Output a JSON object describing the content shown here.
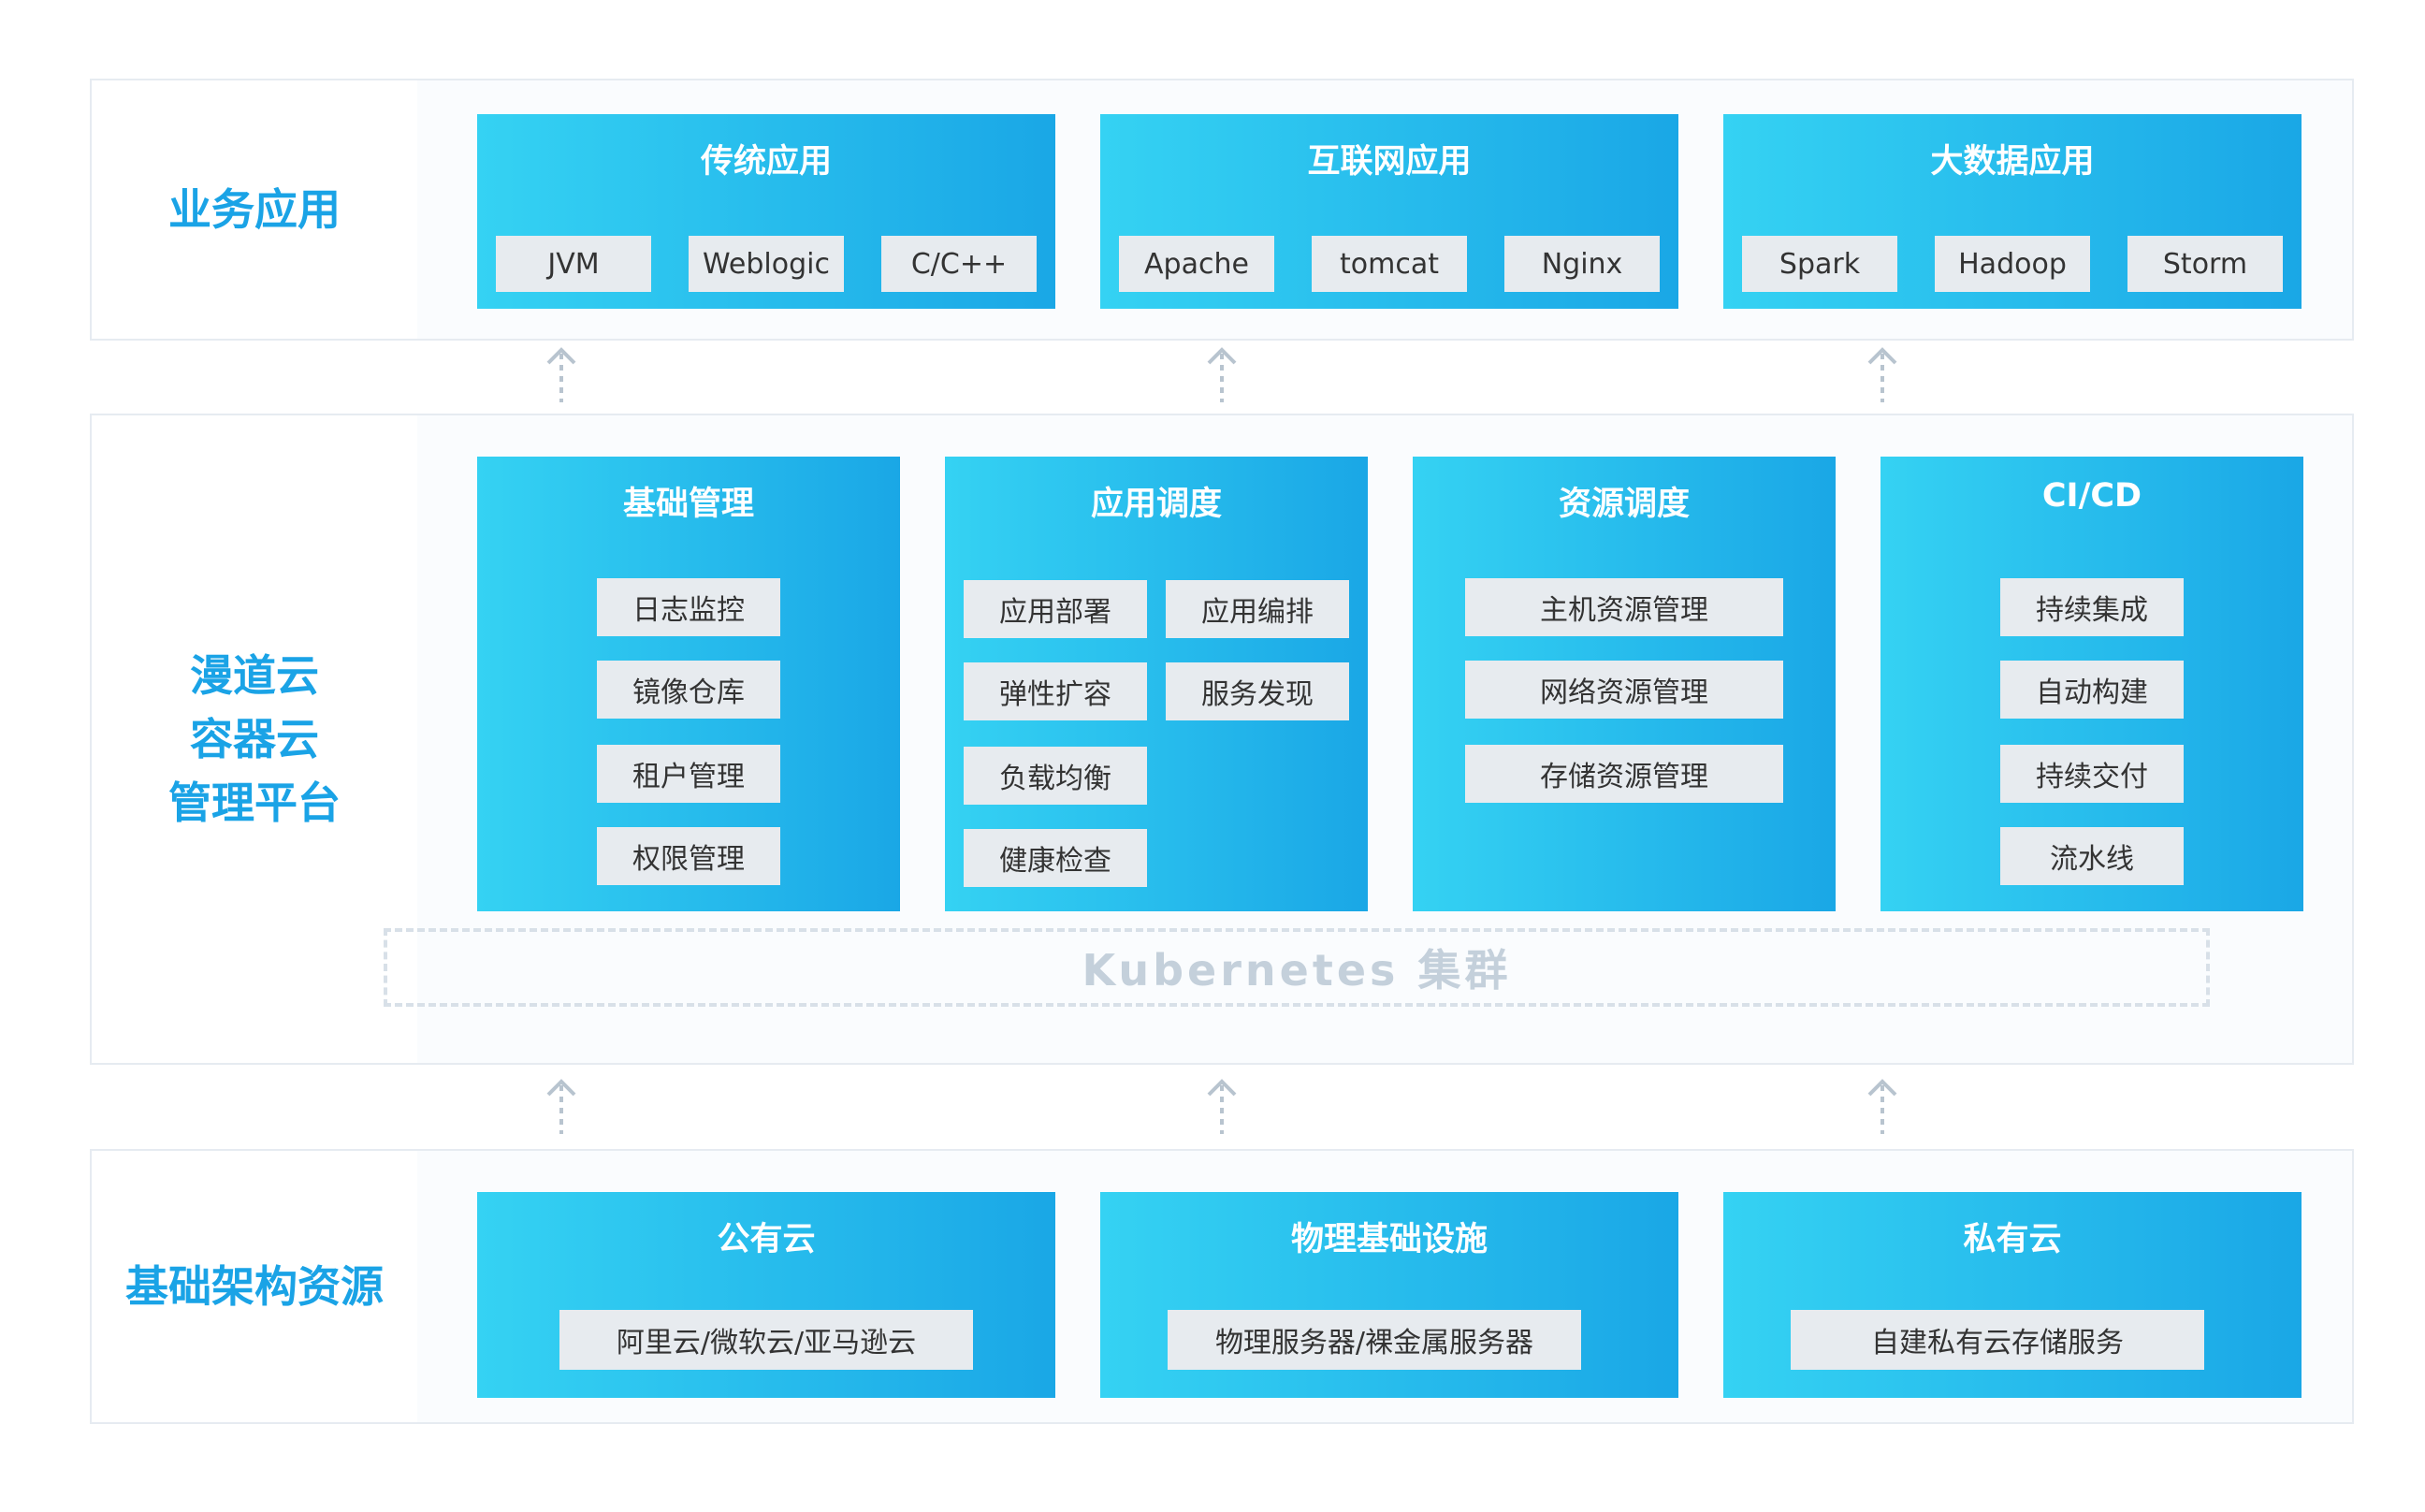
{
  "business": {
    "label": "业务应用",
    "cards": [
      {
        "title": "传统应用",
        "items": [
          "JVM",
          "Weblogic",
          "C/C++"
        ]
      },
      {
        "title": "互联网应用",
        "items": [
          "Apache",
          "tomcat",
          "Nginx"
        ]
      },
      {
        "title": "大数据应用",
        "items": [
          "Spark",
          "Hadoop",
          "Storm"
        ]
      }
    ]
  },
  "platform": {
    "label": "漫道云\n容器云\n管理平台",
    "cards": [
      {
        "title": "基础管理",
        "items": [
          "日志监控",
          "镜像仓库",
          "租户管理",
          "权限管理"
        ]
      },
      {
        "title": "应用调度",
        "items": [
          "应用部署",
          "应用编排",
          "弹性扩容",
          "服务发现",
          "负载均衡",
          "健康检查"
        ]
      },
      {
        "title": "资源调度",
        "items": [
          "主机资源管理",
          "网络资源管理",
          "存储资源管理"
        ]
      },
      {
        "title": "CI/CD",
        "items": [
          "持续集成",
          "自动构建",
          "持续交付",
          "流水线"
        ]
      }
    ],
    "cluster_label": "Kubernetes 集群"
  },
  "infra": {
    "label": "基础架构资源",
    "cards": [
      {
        "title": "公有云",
        "items": [
          "阿里云/微软云/亚马逊云"
        ]
      },
      {
        "title": "物理基础设施",
        "items": [
          "物理服务器/裸金属服务器"
        ]
      },
      {
        "title": "私有云",
        "items": [
          "自建私有云存储服务"
        ]
      }
    ]
  },
  "colors": {
    "accent": "#1aa3e6",
    "card_start": "#35d2f3",
    "card_end": "#1aa7e6",
    "chip_bg": "#e7ebef"
  },
  "icons": {
    "arrow": "dashed-up-arrow-icon"
  }
}
